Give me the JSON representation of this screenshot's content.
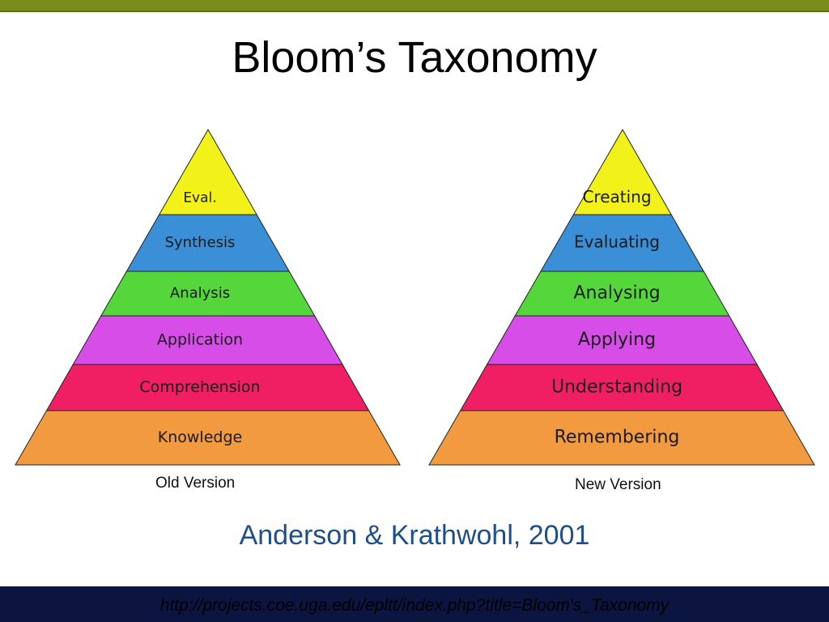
{
  "slide": {
    "title": "Bloom’s Taxonomy",
    "citation": "Anderson & Krathwohl, 2001",
    "source_url": "http://projects.coe.uga.edu/epltt/index.php?title=Bloom's_Taxonomy"
  },
  "pyramids": [
    {
      "caption": "Old Version",
      "levels": [
        {
          "label": "Eval.",
          "color": "#f2f21a"
        },
        {
          "label": "Synthesis",
          "color": "#3b8fd6"
        },
        {
          "label": "Analysis",
          "color": "#55d63a"
        },
        {
          "label": "Application",
          "color": "#d64de8"
        },
        {
          "label": "Comprehension",
          "color": "#f01e63"
        },
        {
          "label": "Knowledge",
          "color": "#f29a40"
        }
      ]
    },
    {
      "caption": "New Version",
      "levels": [
        {
          "label": "Creating",
          "color": "#f2f21a"
        },
        {
          "label": "Evaluating",
          "color": "#3b8fd6"
        },
        {
          "label": "Analysing",
          "color": "#55d63a"
        },
        {
          "label": "Applying",
          "color": "#d64de8"
        },
        {
          "label": "Understanding",
          "color": "#f01e63"
        },
        {
          "label": "Remembering",
          "color": "#f29a40"
        }
      ]
    }
  ]
}
